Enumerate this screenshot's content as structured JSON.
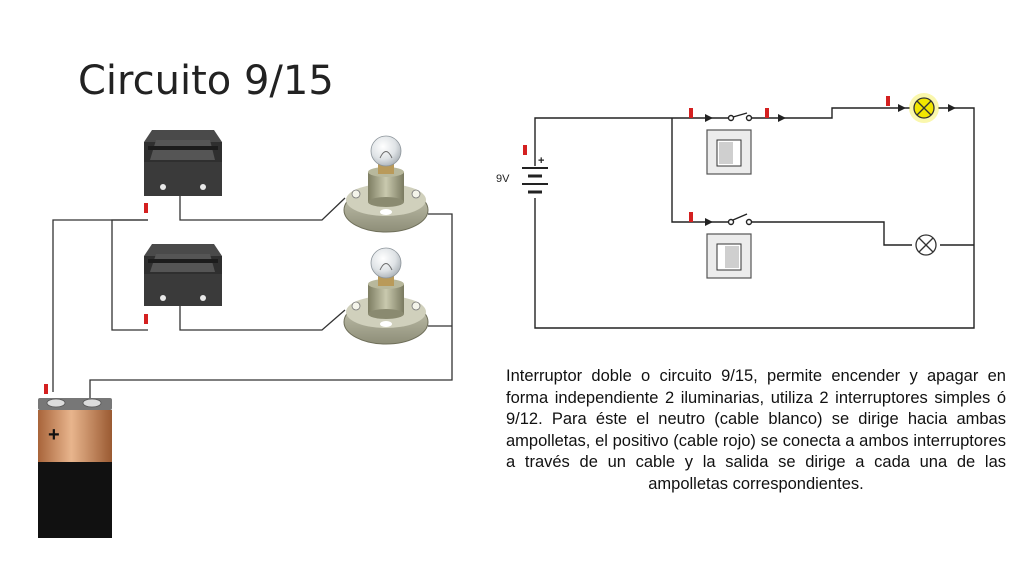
{
  "slide": {
    "title": "Circuito 9/15",
    "description": "Interruptor doble o circuito 9/15, permite encender y apagar en forma independiente 2 iluminarias, utiliza 2 interruptores simples ó 9/12. Para éste el neutro (cable blanco) se dirige hacia ambas ampolletas, el positivo (cable rojo) se conecta a ambos interruptores a través de un cable y la salida se dirige a cada una de las ampolletas correspondientes."
  },
  "schematic": {
    "voltage_label": "9V",
    "battery_polarity": "+",
    "upper_lamp_state": "on",
    "lower_lamp_state": "off"
  },
  "battery": {
    "polarity_label": "+"
  },
  "colors": {
    "wire": "#333333",
    "terminal_marker": "#d42020",
    "lamp_on": "#f2e600",
    "battery_top": "#c98a5c",
    "battery_body": "#111111",
    "switch_body": "#3a3a3a",
    "socket": "#9a9a7c"
  }
}
